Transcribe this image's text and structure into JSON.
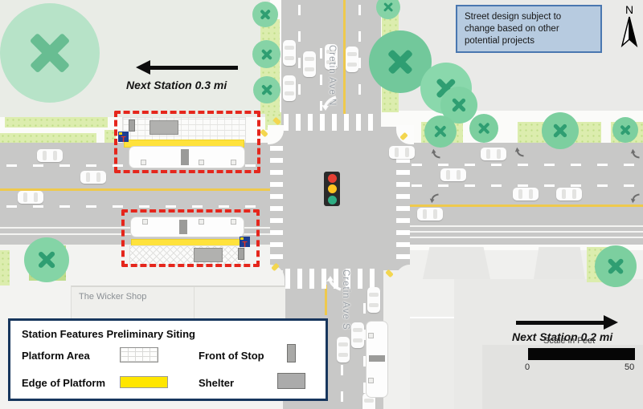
{
  "annotation_box": {
    "text": "Street design subject to change based on other potential projects"
  },
  "compass": {
    "label": "N"
  },
  "navigation": {
    "west_label": "Next Station 0.3 mi",
    "east_label": "Next Station 0.2 mi"
  },
  "street_labels": {
    "north": "Cretin Ave N",
    "south": "Cretin Ave S"
  },
  "building_labels": {
    "wicker_shop": "The Wicker Shop"
  },
  "legend": {
    "title": "Station Features Preliminary Siting",
    "items": [
      {
        "label": "Platform Area"
      },
      {
        "label": "Front of Stop"
      },
      {
        "label": "Edge of Platform"
      },
      {
        "label": "Shelter"
      }
    ]
  },
  "scale_bar": {
    "label": "Scale in Feet",
    "start": "0",
    "end": "50"
  },
  "transit_sign": {
    "letter": "T"
  },
  "icons": {
    "compass": "north-arrow-icon",
    "traffic_signal": "traffic-light-icon",
    "station_sign": "metro-transit-t-sign-icon"
  },
  "colors": {
    "platform_edge_yellow": "#FFE600",
    "station_boundary_red": "#E5261C",
    "shelter_gray": "#ABABAB",
    "road_gray": "#C8C8C7",
    "tree_green": "#7FD2A3",
    "boulevard_green": "#DCEDAE",
    "annotation_bg": "#B7CBE0",
    "annotation_border": "#4A77B0",
    "legend_border": "#17365D",
    "transit_blue": "#1D3E91",
    "transit_red": "#E33225",
    "signal_red": "#E64034",
    "signal_yellow": "#FFC420",
    "signal_green": "#2FAE84"
  }
}
